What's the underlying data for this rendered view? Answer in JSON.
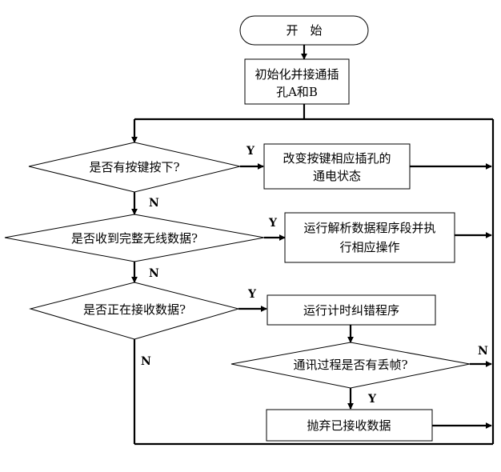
{
  "nodes": {
    "start": "开　始",
    "init_line1": "初始化并接通插",
    "init_line2": "孔A和B",
    "key_q": "是否有按键按下?",
    "change_line1": "改变按键相应插孔的",
    "change_line2": "通电状态",
    "recv_full_q": "是否收到完整无线数据?",
    "run_parse_line1": "运行解析数据程序段并执",
    "run_parse_line2": "行相应操作",
    "receiving_q": "是否正在接收数据?",
    "run_timer": "运行计时纠错程序",
    "drop_q": "通讯过程是否有丢帧?",
    "discard": "抛弃已接收数据"
  },
  "edges": {
    "key_yes": "Y",
    "key_no": "N",
    "recv_yes": "Y",
    "recv_no": "N",
    "receiving_yes": "Y",
    "receiving_no": "N",
    "drop_no": "N",
    "drop_yes": "Y"
  }
}
